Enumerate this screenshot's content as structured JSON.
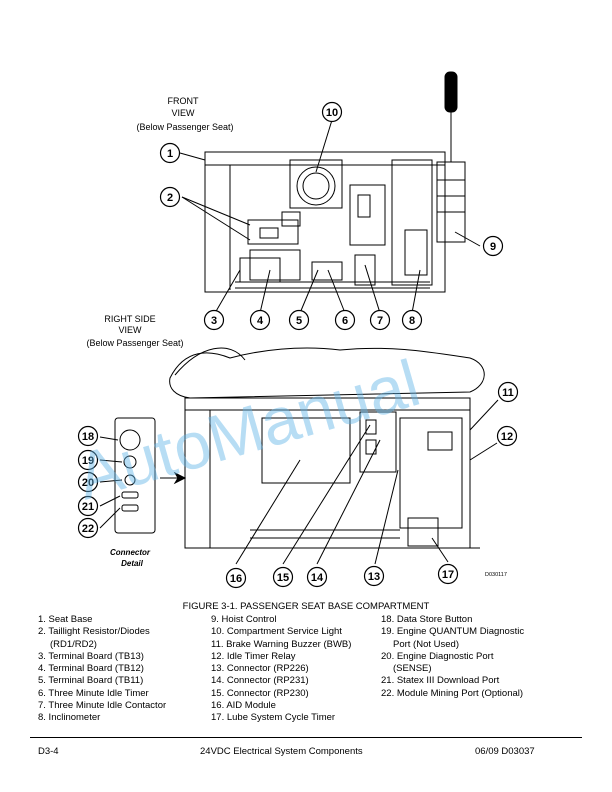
{
  "figure": {
    "front_view": [
      "FRONT",
      "VIEW",
      "(Below Passenger Seat)"
    ],
    "side_view": [
      "RIGHT SIDE",
      "VIEW",
      "(Below Passenger Seat)"
    ],
    "connector_detail": [
      "Connector",
      "Detail"
    ],
    "drawing_id": "D030117",
    "watermark": "AutoManual",
    "callouts": [
      "1",
      "2",
      "3",
      "4",
      "5",
      "6",
      "7",
      "8",
      "9",
      "10",
      "11",
      "12",
      "13",
      "14",
      "15",
      "16",
      "17",
      "18",
      "19",
      "20",
      "21",
      "22"
    ]
  },
  "caption": "FIGURE 3-1. PASSENGER SEAT BASE COMPARTMENT",
  "legend": {
    "col1": [
      {
        "n": "1.",
        "t": "Seat Base"
      },
      {
        "n": "2.",
        "t": "Taillight Resistor/Diodes",
        "c": "(RD1/RD2)"
      },
      {
        "n": "3.",
        "t": "Terminal Board (TB13)"
      },
      {
        "n": "4.",
        "t": "Terminal Board (TB12)"
      },
      {
        "n": "5.",
        "t": "Terminal Board (TB11)"
      },
      {
        "n": "6.",
        "t": "Three Minute Idle Timer"
      },
      {
        "n": "7.",
        "t": "Three Minute Idle Contactor"
      },
      {
        "n": "8.",
        "t": "Inclinometer"
      }
    ],
    "col2": [
      {
        "n": "9.",
        "t": "Hoist Control"
      },
      {
        "n": "10.",
        "t": "Compartment Service Light"
      },
      {
        "n": "11.",
        "t": "Brake Warning Buzzer (BWB)"
      },
      {
        "n": "12.",
        "t": "Idle Timer Relay"
      },
      {
        "n": "13.",
        "t": "Connector (RP226)"
      },
      {
        "n": "14.",
        "t": "Connector (RP231)"
      },
      {
        "n": "15.",
        "t": "Connector (RP230)"
      },
      {
        "n": "16.",
        "t": "AID Module"
      },
      {
        "n": "17.",
        "t": "Lube System Cycle Timer"
      }
    ],
    "col3": [
      {
        "n": "18.",
        "t": "Data Store Button"
      },
      {
        "n": "19.",
        "t": "Engine QUANTUM Diagnostic",
        "c": "Port (Not Used)"
      },
      {
        "n": "20.",
        "t": "Engine Diagnostic Port",
        "c": "(SENSE)"
      },
      {
        "n": "21.",
        "t": "Statex III Download Port"
      },
      {
        "n": "22.",
        "t": "Module Mining Port (Optional)"
      }
    ]
  },
  "footer": {
    "left": "D3-4",
    "center": "24VDC Electrical System Components",
    "right": "06/09  D03037"
  }
}
